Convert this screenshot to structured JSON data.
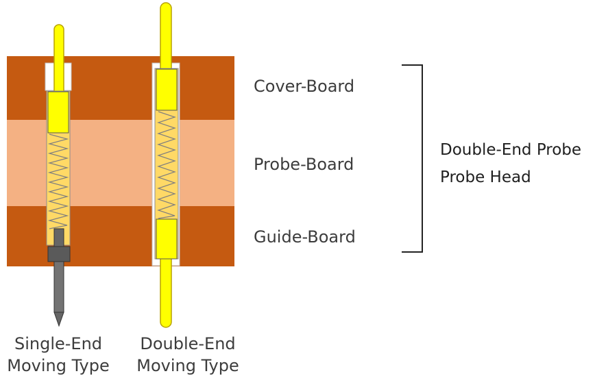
{
  "board_labels": {
    "cover": "Cover-Board",
    "probe": "Probe-Board",
    "guide": "Guide-Board"
  },
  "bracket_labels": {
    "line1": "Double-End Probe",
    "line2": "Probe Head"
  },
  "captions": {
    "single_line1": "Single-End",
    "single_line2": "Moving Type",
    "double_line1": "Double-End",
    "double_line2": "Moving Type"
  },
  "colors": {
    "board_dark": "#c55a11",
    "board_light": "#f4b183",
    "plunger_yellow": "#ffff00",
    "plunger_outline": "#b8a200",
    "barrel_fill": "#ffd966",
    "spring_line": "#7f7f7f",
    "tip_gray": "#666666"
  }
}
